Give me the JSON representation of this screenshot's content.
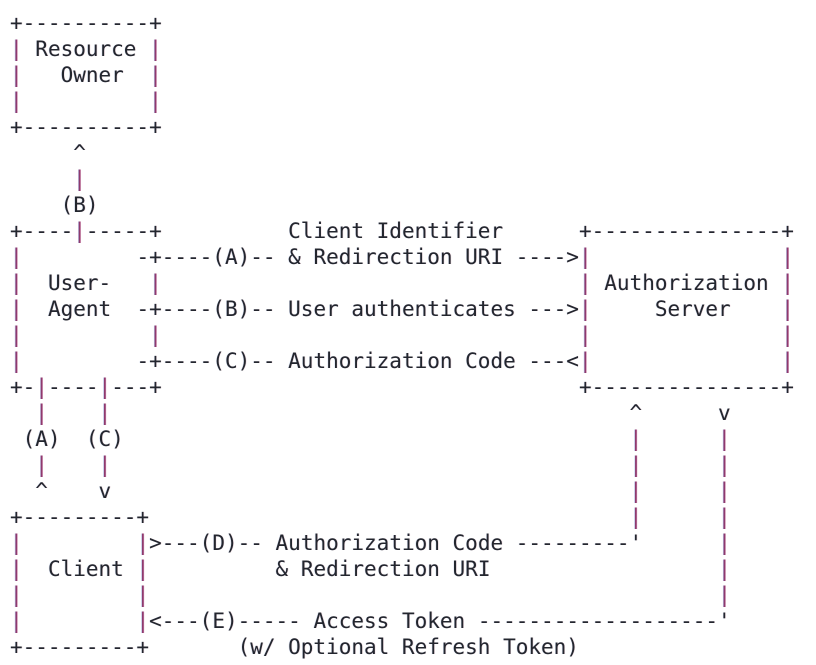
{
  "colors": {
    "background": "#ffffff",
    "ink": "#23262e",
    "pipe": "#8e3a6e"
  },
  "diagram": {
    "boxes": [
      "Resource Owner",
      "User-Agent",
      "Authorization Server",
      "Client"
    ],
    "steps": [
      {
        "id": "(A)",
        "label": "Client Identifier & Redirection URI"
      },
      {
        "id": "(B)",
        "label": "User authenticates"
      },
      {
        "id": "(C)",
        "label": "Authorization Code"
      },
      {
        "id": "(D)",
        "label": "Authorization Code & Redirection URI"
      },
      {
        "id": "(E)",
        "label": "Access Token (w/ Optional Refresh Token)"
      }
    ],
    "lines": [
      "+----------+",
      "| Resource |",
      "|   Owner  |",
      "|          |",
      "+----------+",
      "     ^",
      "     |",
      "    (B)",
      "+----|-----+          Client Identifier      +---------------+",
      "|         -+----(A)-- & Redirection URI ---->|               |",
      "|  User-   |                                 | Authorization |",
      "|  Agent  -+----(B)-- User authenticates --->|     Server    |",
      "|          |                                 |               |",
      "|         -+----(C)-- Authorization Code ---<|               |",
      "+-|----|---+                                 +---------------+",
      "  |    |                                         ^      v",
      " (A)  (C)                                        |      |",
      "  |    |                                         |      |",
      "  ^    v                                         |      |",
      "+---------+                                      |      |",
      "|         |>---(D)-- Authorization Code ---------'      |",
      "|  Client |          & Redirection URI                  |",
      "|         |                                             |",
      "|         |<---(E)----- Access Token -------------------'",
      "+---------+       (w/ Optional Refresh Token)"
    ]
  }
}
